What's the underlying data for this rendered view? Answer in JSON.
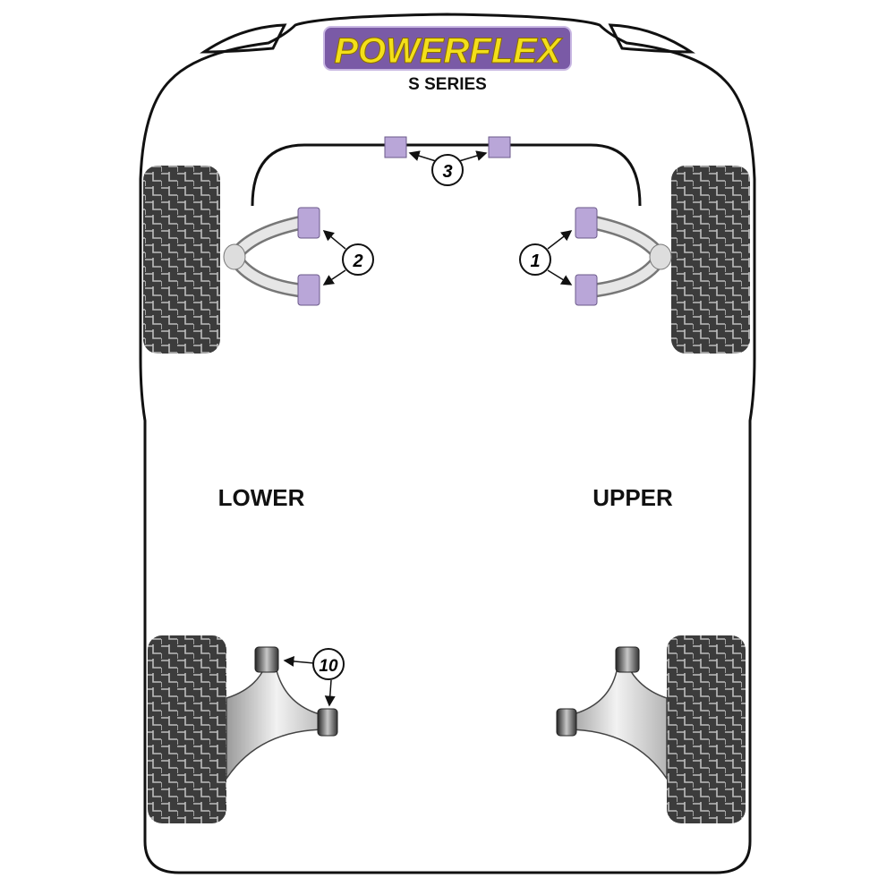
{
  "logo": {
    "brand": "POWERFLEX",
    "series": "S SERIES"
  },
  "labels": {
    "lower": "LOWER",
    "upper": "UPPER"
  },
  "callouts": [
    {
      "id": "1",
      "text": "1"
    },
    {
      "id": "2",
      "text": "2"
    },
    {
      "id": "3",
      "text": "3"
    },
    {
      "id": "10",
      "text": "10"
    }
  ],
  "colors": {
    "bushing_purple": "#b9a6d8",
    "logo_purple": "#7a5aa6",
    "logo_yellow": "#f3df1a",
    "tyre": "#3c3c3c"
  }
}
